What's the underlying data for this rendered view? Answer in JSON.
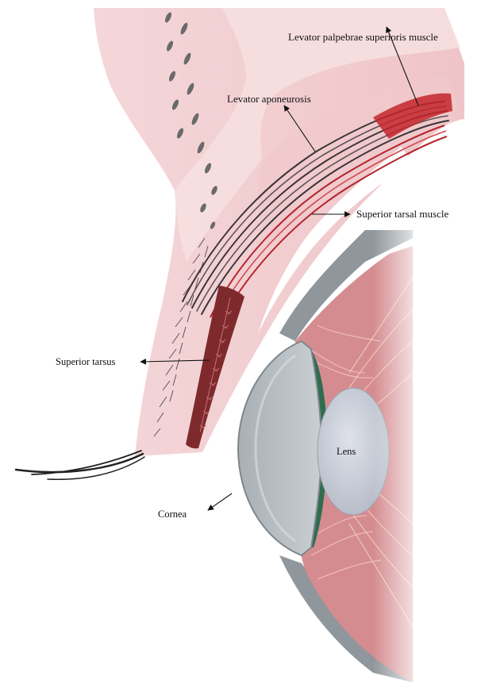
{
  "labels": {
    "levator_palpebrae": "Levator palpebrae superioris muscle",
    "levator_aponeurosis": "Levator aponeurosis",
    "superior_tarsal_muscle": "Superior tarsal muscle",
    "superior_tarsus": "Superior tarsus",
    "lens": "Lens",
    "cornea": "Cornea"
  },
  "colors": {
    "skin": "#f2d2d4",
    "skin_light": "#f7e2e3",
    "fat": "#efc9cc",
    "muscle_red": "#b3242a",
    "tarsus": "#7e2a2c",
    "aponeurosis": "#3a3436",
    "sclera": "#8f979c",
    "cornea": "#b7bec2",
    "lens": "#c9cdd6",
    "ciliary": "#d87f85",
    "iris_green": "#2f6d50",
    "hair": "#2a2a2a"
  },
  "icons": [
    "arrow-icon"
  ]
}
